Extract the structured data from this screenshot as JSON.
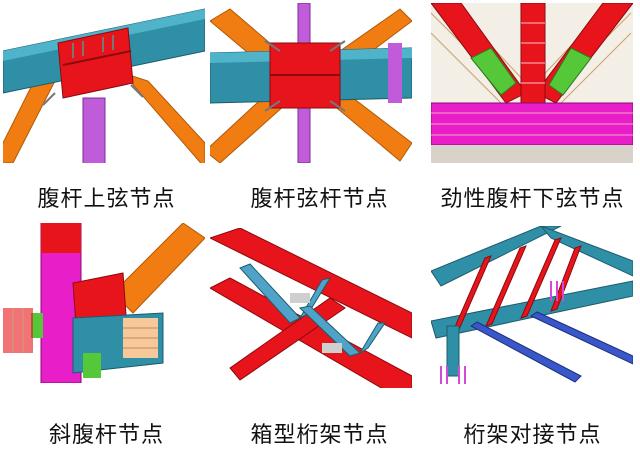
{
  "panels": [
    {
      "caption": "腹杆上弦节点"
    },
    {
      "caption": "腹杆弦杆节点"
    },
    {
      "caption": "劲性腹杆下弦节点"
    },
    {
      "caption": "斜腹杆节点"
    },
    {
      "caption": "箱型桁架节点"
    },
    {
      "caption": "桁架对接节点"
    }
  ],
  "colors": {
    "chord_teal": "#2f8fa6",
    "joint_red": "#e8141c",
    "brace_orange": "#f07c12",
    "column_violet": "#c05cd9",
    "magenta": "#e81ec8",
    "green": "#55c83a",
    "rebar_pink": "#f4a6c9"
  }
}
